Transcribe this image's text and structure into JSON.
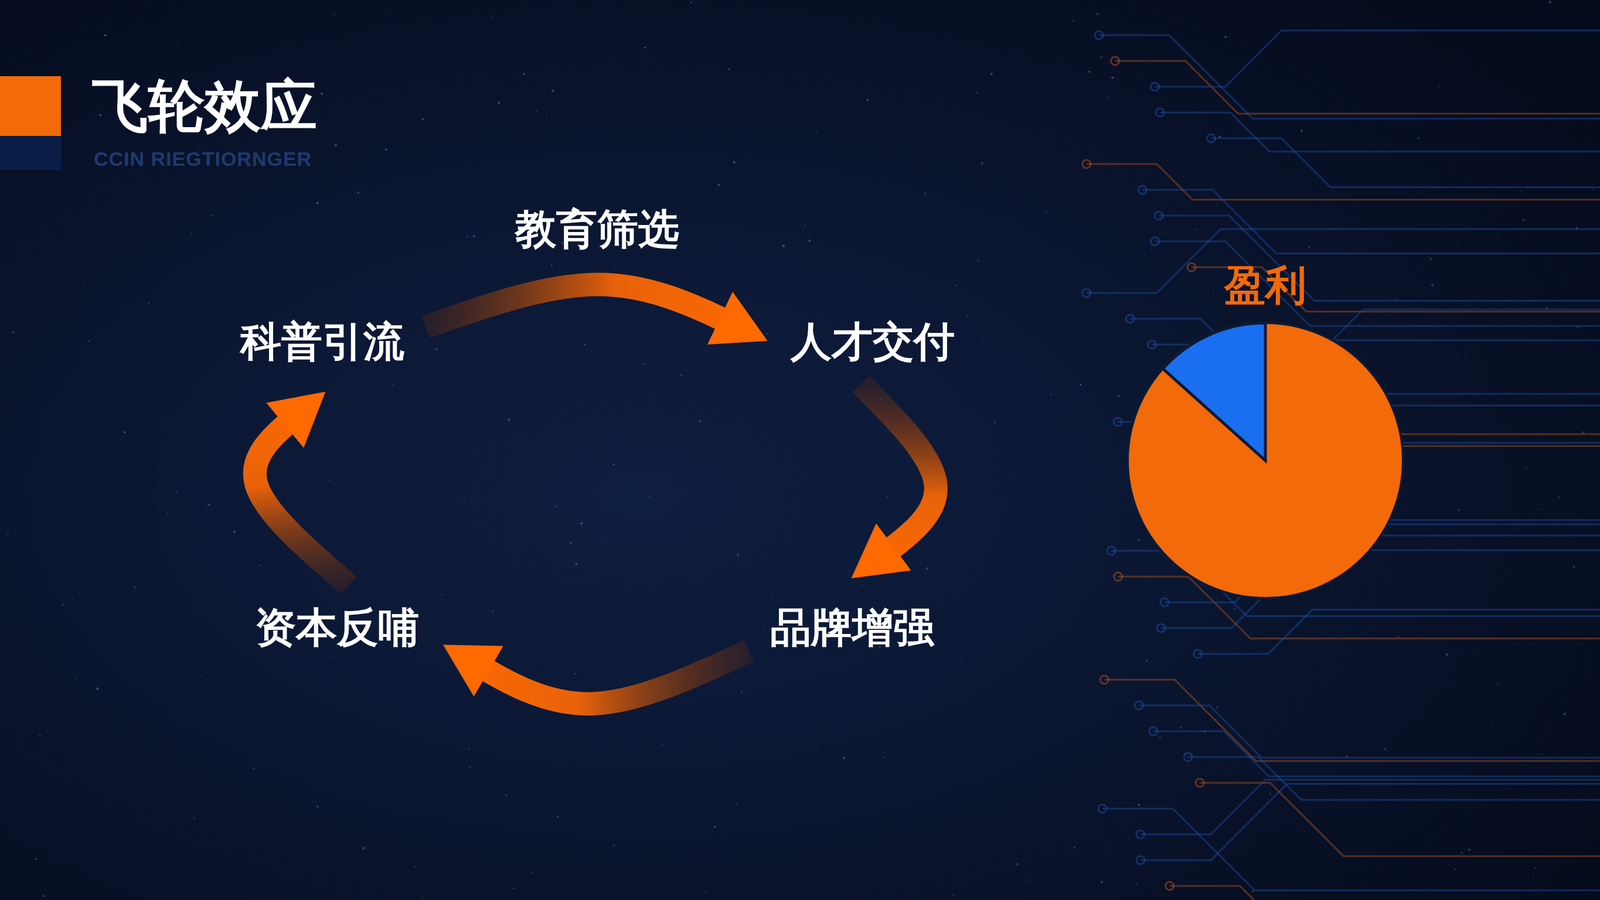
{
  "diagram": {
    "title": "飞轮效应",
    "nodes": [
      {
        "text": [
          "科普引流"
        ]
      },
      {
        "text": [
          "人才交付"
        ]
      },
      {
        "text": [
          "品牌增强"
        ]
      },
      {
        "text": [
          "资本反哺"
        ]
      },
      {
        "text": [
          "盈利"
        ]
      }
    ],
    "edges": [
      {
        "from": 0,
        "to": 1,
        "arrow": "to",
        "label": "教育筛选"
      },
      {
        "from": 1,
        "to": 2,
        "arrow": "to"
      },
      {
        "from": 2,
        "to": 3,
        "arrow": "to"
      },
      {
        "from": 3,
        "to": 0,
        "arrow": "to"
      }
    ],
    "labels": [
      "CCIN RIEGTIORNGER"
    ]
  }
}
